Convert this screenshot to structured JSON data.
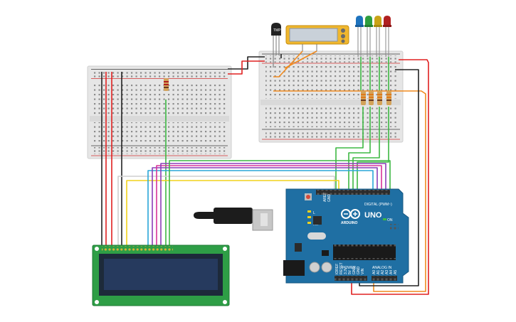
{
  "sensor": {
    "label": "TMP"
  },
  "arduino": {
    "model": "UNO",
    "brand": "ARDUINO",
    "digital_label": "DIGITAL (PWM~)",
    "power_label": "POWER",
    "analog_label": "ANALOG IN",
    "on_label": "ON",
    "tx_label": "TX",
    "rx_label": "RX",
    "l_label": "L",
    "pin_aref": "AREF",
    "pin_gnd": "GND",
    "analog_pins": [
      "A0",
      "A1",
      "A2",
      "A3",
      "A4",
      "A5"
    ],
    "power_pins": [
      "IOREF",
      "RESET",
      "3.3V",
      "5V",
      "GND",
      "GND",
      "VIN"
    ]
  },
  "leds": {
    "colors": [
      "#1e73be",
      "#2e9e3e",
      "#c9a316",
      "#b02020"
    ]
  },
  "wire_colors": {
    "red": "#e02020",
    "black": "#222222",
    "green": "#3db843",
    "orange": "#f08a1e",
    "yellow": "#f2d21b",
    "blue": "#2aa7d8",
    "purple": "#8a3fb8",
    "pink": "#d9349a",
    "gray": "#9a9a9a",
    "white": "#dddddd"
  }
}
